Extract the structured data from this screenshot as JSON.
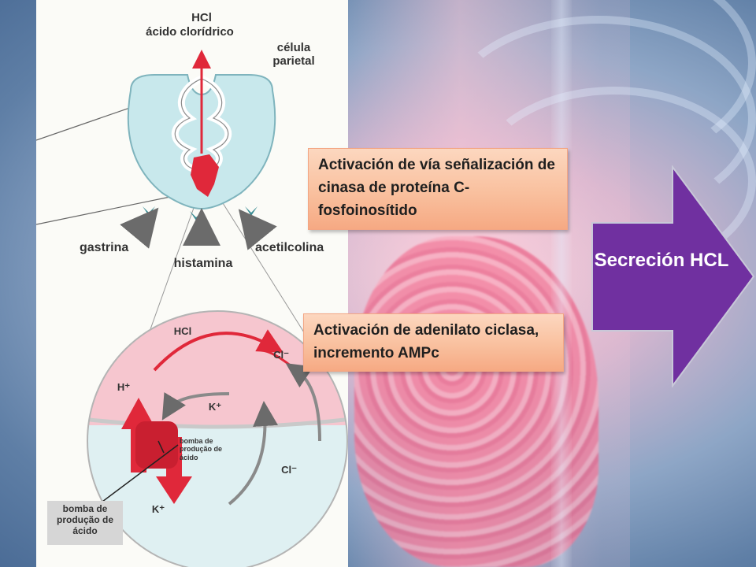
{
  "diagram": {
    "title_hcl": "HCl",
    "title_hcl_sub": "ácido clorídrico",
    "cell_label": "célula parietal",
    "receptor_labels": {
      "gastrina": "gastrina",
      "histamina": "histamina",
      "acetilcolina": "acetilcolina"
    },
    "detail_labels": {
      "hcl": "HCl",
      "cl_top": "Cl⁻",
      "h_plus": "H⁺",
      "k_plus_mid": "K⁺",
      "cl_bottom": "Cl⁻",
      "k_plus_bottom": "K⁺",
      "pump_small": "bomba de produção de ácido",
      "pump_large": "bomba de produção de ácido"
    }
  },
  "callouts": {
    "c1": "Activación de vía señalización de cinasa de proteína C-fosfoinosítido",
    "c2": "Activación de adenilato ciclasa, incremento AMPc"
  },
  "arrow": {
    "label": "Secreción HCL"
  },
  "colors": {
    "arrow_fill": "#7030a0",
    "callout_fill": "#f9c09e",
    "cell_blue": "#c8e8ec",
    "cell_pink": "#f6c6cf",
    "red": "#e0283a"
  }
}
